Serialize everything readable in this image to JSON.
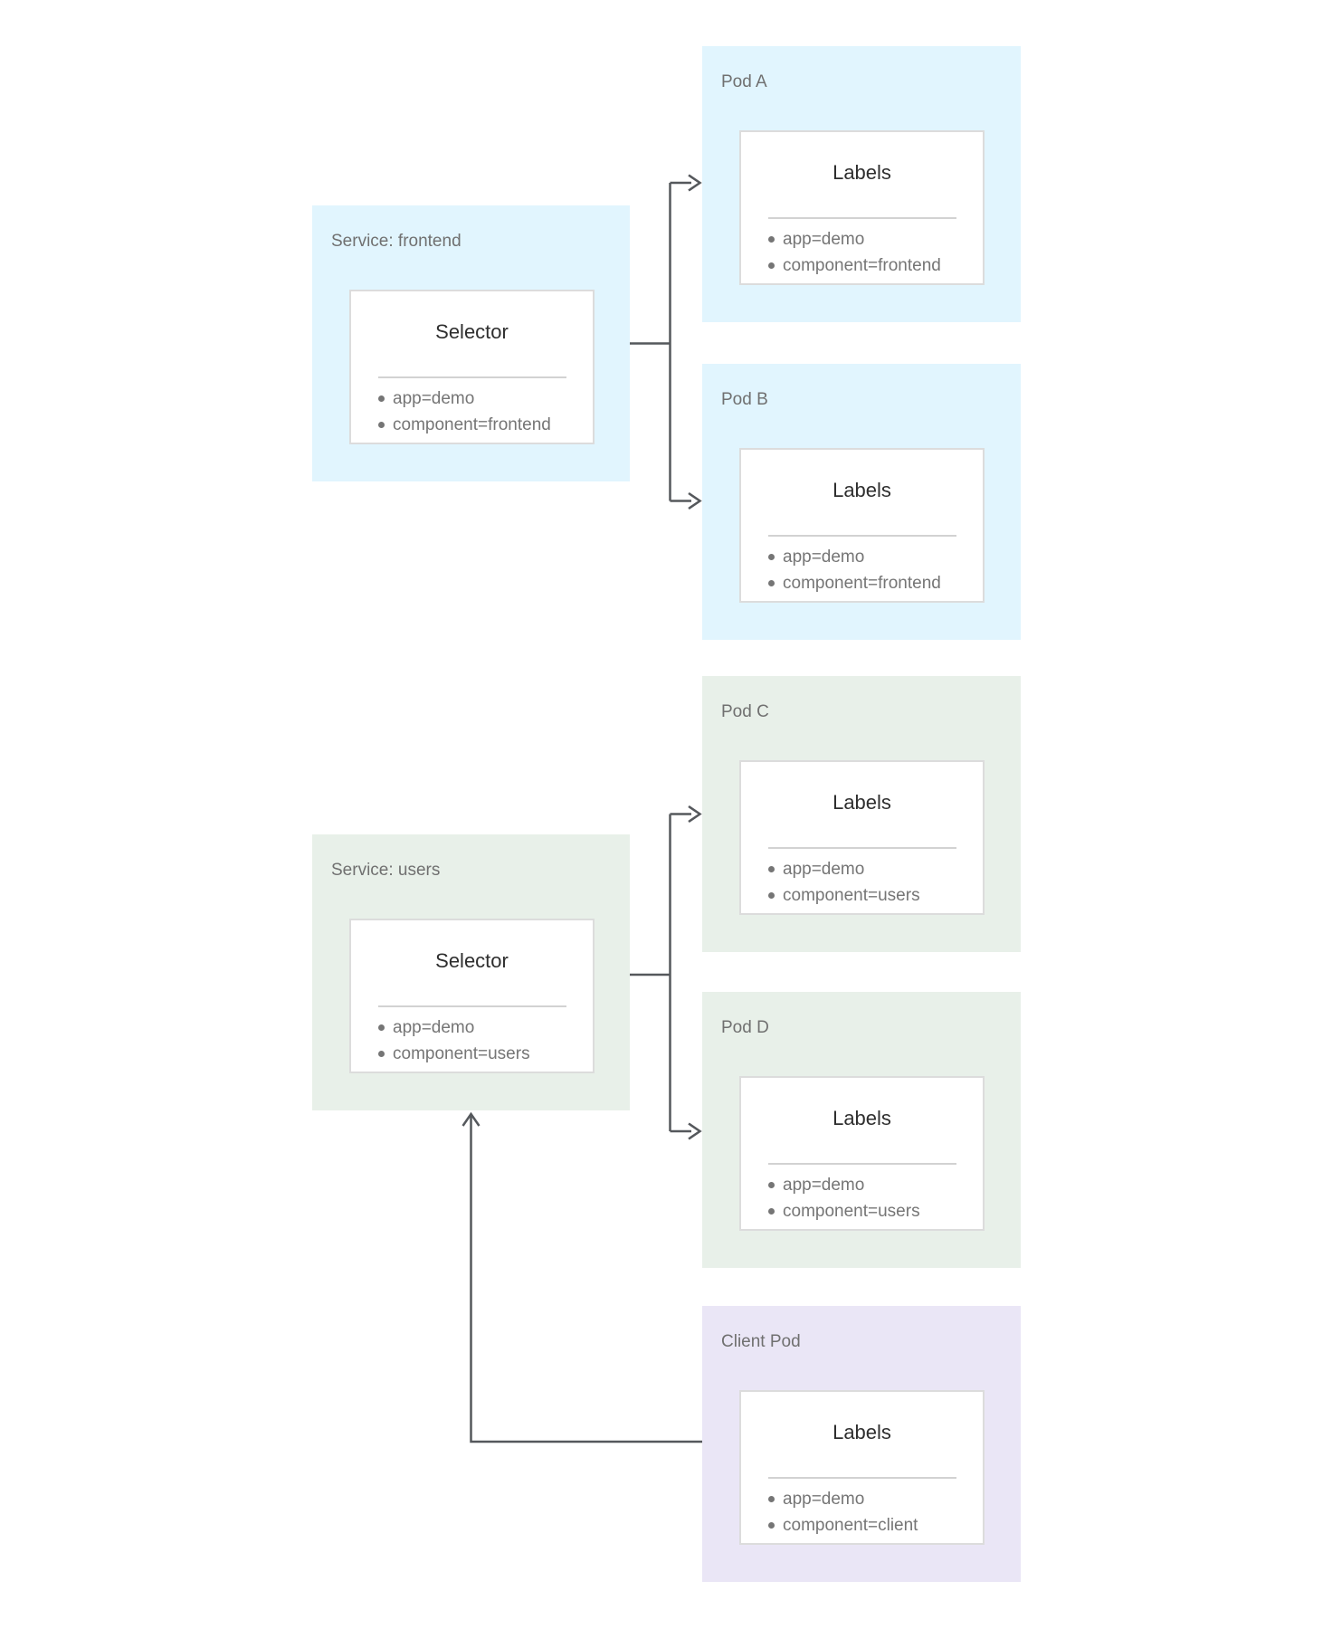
{
  "diagram": {
    "background": "#FFFFFF",
    "colors": {
      "frontend_group": "#E1F5FE",
      "users_group": "#E8F0E9",
      "client_group": "#EAE6F6",
      "card_background": "#FFFFFF",
      "card_border": "#DCDCDC",
      "title_text": "#707070",
      "heading_text": "#2E2E2E",
      "label_text": "#757575",
      "arrow": "#55585C"
    },
    "services": [
      {
        "title": "Service: frontend",
        "card_title": "Selector",
        "labels": [
          "app=demo",
          "component=frontend"
        ]
      },
      {
        "title": "Service: users",
        "card_title": "Selector",
        "labels": [
          "app=demo",
          "component=users"
        ]
      }
    ],
    "pods": [
      {
        "title": "Pod A",
        "card_title": "Labels",
        "labels": [
          "app=demo",
          "component=frontend"
        ]
      },
      {
        "title": "Pod B",
        "card_title": "Labels",
        "labels": [
          "app=demo",
          "component=frontend"
        ]
      },
      {
        "title": "Pod C",
        "card_title": "Labels",
        "labels": [
          "app=demo",
          "component=users"
        ]
      },
      {
        "title": "Pod D",
        "card_title": "Labels",
        "labels": [
          "app=demo",
          "component=users"
        ]
      },
      {
        "title": "Client Pod",
        "card_title": "Labels",
        "labels": [
          "app=demo",
          "component=client"
        ]
      }
    ]
  }
}
